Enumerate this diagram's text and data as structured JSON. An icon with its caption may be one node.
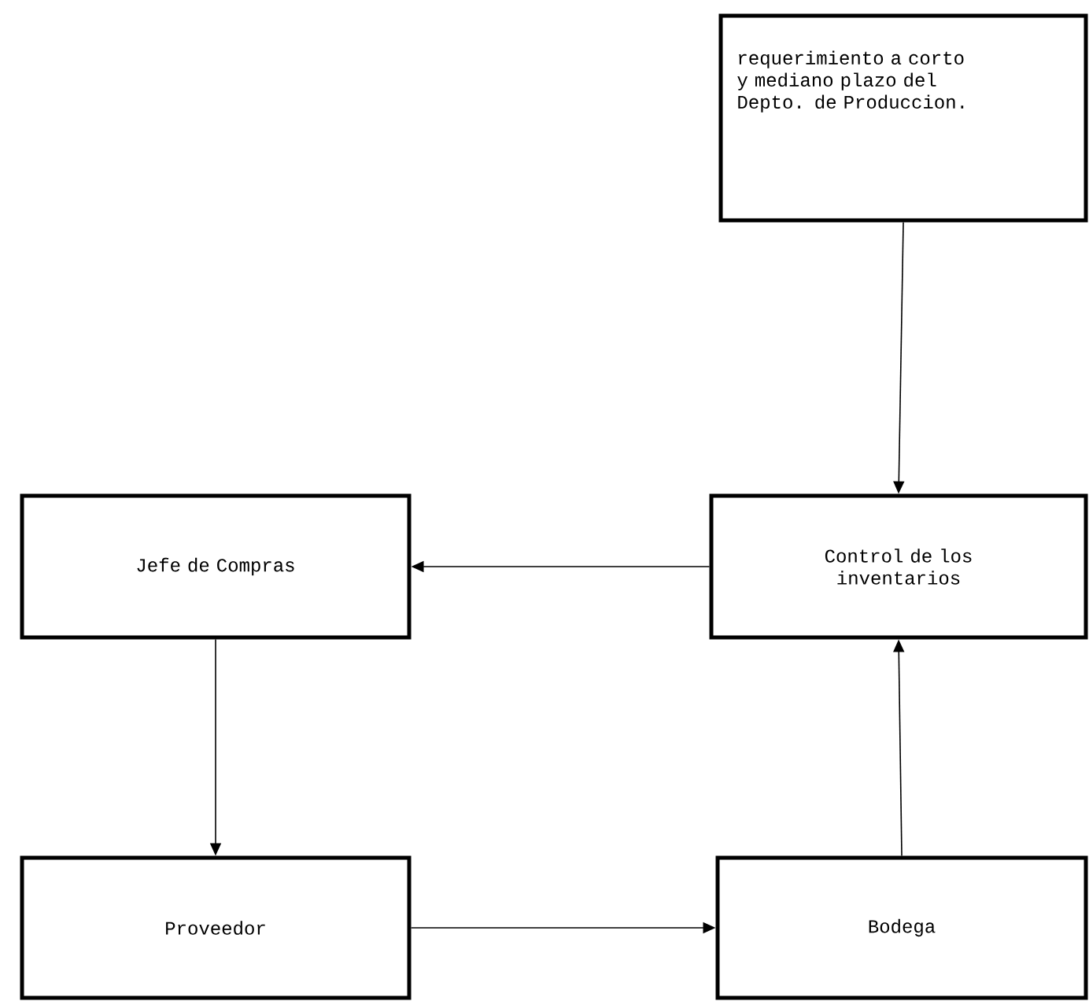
{
  "diagram": {
    "nodes": [
      {
        "text": [
          "requerimiento a corto y mediano plazo del Depto. de Produccion."
        ]
      },
      {
        "text": [
          "Control de los inventarios"
        ]
      },
      {
        "text": [
          "Jefe de Compras"
        ]
      },
      {
        "text": [
          "Proveedor"
        ]
      },
      {
        "text": [
          "Bodega"
        ]
      }
    ],
    "edges": [
      {
        "from": 0,
        "to": 1,
        "arrow": "to"
      },
      {
        "from": 1,
        "to": 2,
        "arrow": "to"
      },
      {
        "from": 2,
        "to": 3,
        "arrow": "to"
      },
      {
        "from": 3,
        "to": 4,
        "arrow": "to"
      },
      {
        "from": 4,
        "to": 1,
        "arrow": "to"
      }
    ]
  }
}
